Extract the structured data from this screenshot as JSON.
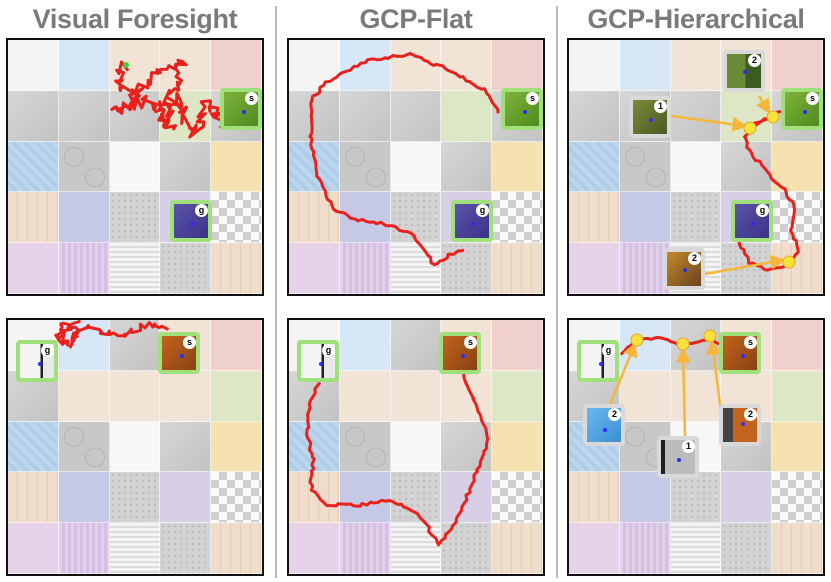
{
  "columns": [
    {
      "title": "Visual Foresight"
    },
    {
      "title": "GCP-Flat"
    },
    {
      "title": "GCP-Hierarchical"
    }
  ],
  "labels": {
    "start": "s",
    "goal": "g",
    "sub1": "1",
    "sub2": "2"
  },
  "colors": {
    "trajectory": "#e8211c",
    "subgoal_marker": "#f7e23a",
    "subgoal_arrow": "#f5b63a",
    "frame_border": "#9fe07a",
    "title_text": "#7a7a7a"
  },
  "icons": {
    "start_frame": "start-frame-icon",
    "goal_frame": "goal-frame-icon",
    "subgoal": "subgoal-marker-icon"
  }
}
